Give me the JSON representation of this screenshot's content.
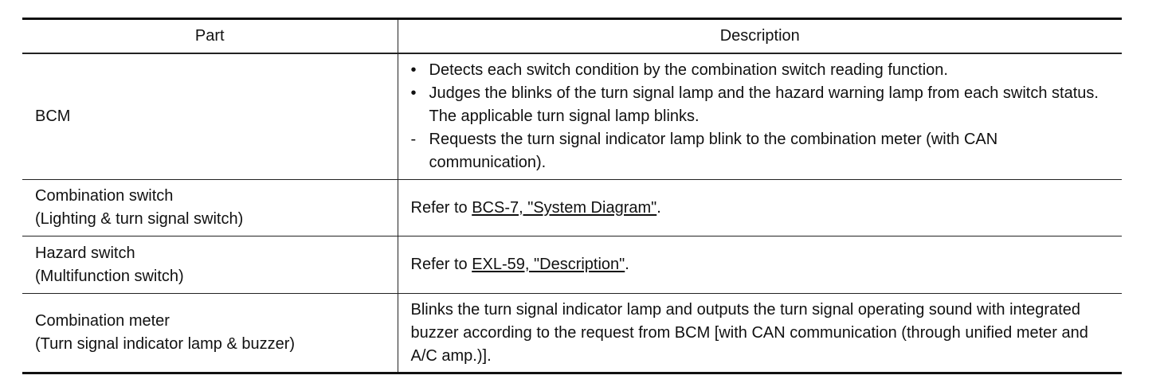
{
  "table": {
    "headers": [
      "Part",
      "Description"
    ],
    "rows": [
      {
        "part": [
          "BCM"
        ],
        "items": [
          {
            "marker": "•",
            "text": "Detects each switch condition by the combination switch reading function."
          },
          {
            "marker": "•",
            "text": "Judges the blinks of the turn signal lamp and the hazard warning lamp from each switch status. The applicable turn signal lamp blinks."
          },
          {
            "marker": "-",
            "text": "Requests the turn signal indicator lamp blink to the combination meter (with CAN communication)."
          }
        ]
      },
      {
        "part": [
          "Combination switch",
          "(Lighting & turn signal switch)"
        ],
        "refer_prefix": "Refer to ",
        "link": "BCS-7, \"System Diagram\"",
        "suffix": "."
      },
      {
        "part": [
          "Hazard switch",
          "(Multifunction switch)"
        ],
        "refer_prefix": "Refer to ",
        "link": "EXL-59, \"Description\"",
        "suffix": "."
      },
      {
        "part": [
          "Combination meter",
          "(Turn signal indicator lamp & buzzer)"
        ],
        "desc": "Blinks the turn signal indicator lamp and outputs the turn signal operating sound with integrated buzzer according to the request from BCM [with CAN communication (through unified meter and A/C amp.)]."
      }
    ]
  }
}
